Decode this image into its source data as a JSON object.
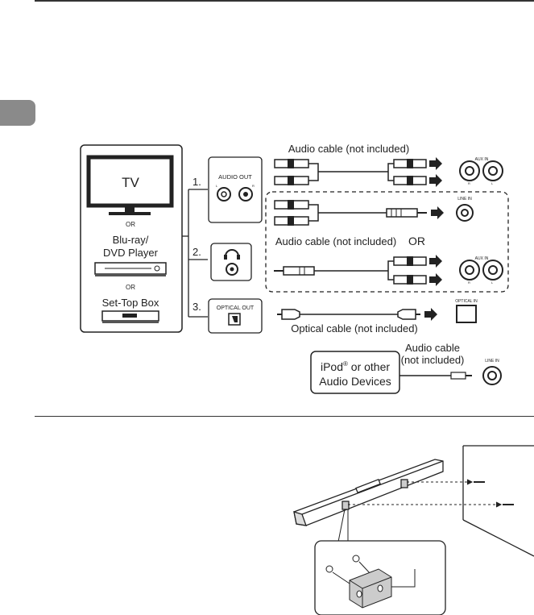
{
  "devices": {
    "tv": "TV",
    "or_1": "OR",
    "bluray_line1": "Blu-ray/",
    "bluray_line2": "DVD Player",
    "or_2": "OR",
    "settop": "Set-Top Box"
  },
  "outputs": {
    "n1": "1.",
    "audio_out": "AUDIO OUT",
    "l": "L",
    "r": "R",
    "n2": "2.",
    "n3": "3.",
    "optical_out": "OPTICAL OUT"
  },
  "cables": {
    "audio_top": "Audio cable (not included)",
    "audio_mid": "Audio cable (not included)",
    "or": "OR",
    "optical": "Optical cable (not included)",
    "ipod_cable_line1": "Audio cable",
    "ipod_cable_line2": "(not included)"
  },
  "inputs": {
    "aux_in": "AUX IN",
    "r": "R",
    "l": "L",
    "line_in": "LINE IN",
    "optical_in": "OPTICAL IN",
    "line_in_2": "LINE IN"
  },
  "ipod": {
    "line1": "iPod",
    "reg": "®",
    "line1_rest": " or other",
    "line2": "Audio Devices"
  }
}
